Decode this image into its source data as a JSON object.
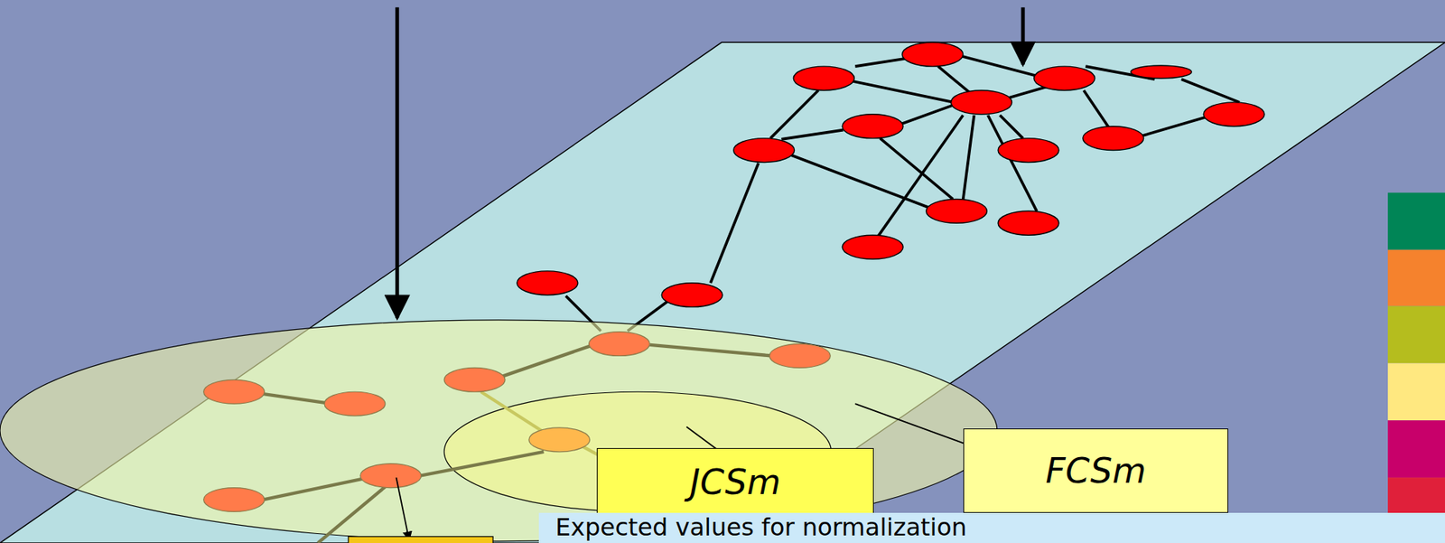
{
  "diagram": {
    "nodes": [
      {
        "text": [
          "JCSm"
        ]
      },
      {
        "text": [
          "FCSm"
        ]
      },
      {
        "text": [
          "Expected values for normalization"
        ]
      }
    ]
  }
}
